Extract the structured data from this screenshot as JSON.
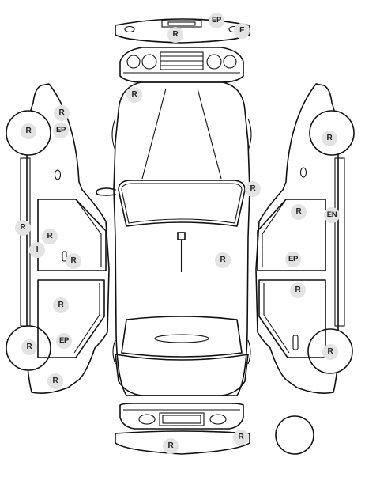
{
  "diagram": {
    "marks": [
      {
        "id": "front-bumper-ep",
        "label": "EP"
      },
      {
        "id": "front-bumper-r",
        "label": "R"
      },
      {
        "id": "front-bumper-f",
        "label": "F"
      },
      {
        "id": "hood-r",
        "label": "R"
      },
      {
        "id": "left-front-fender-r",
        "label": "R"
      },
      {
        "id": "left-front-fender-ep",
        "label": "EP"
      },
      {
        "id": "left-front-wheel-r",
        "label": "R"
      },
      {
        "id": "left-rocker-r",
        "label": "R"
      },
      {
        "id": "left-front-door-r",
        "label": "R"
      },
      {
        "id": "left-front-door-i",
        "label": "I"
      },
      {
        "id": "left-front-door-handle-r",
        "label": "R"
      },
      {
        "id": "left-rear-door-r",
        "label": "R"
      },
      {
        "id": "left-rear-door-ep",
        "label": "EP"
      },
      {
        "id": "left-rear-wheel-r",
        "label": "R"
      },
      {
        "id": "left-rear-quarter-r",
        "label": "R"
      },
      {
        "id": "right-mirror-r",
        "label": "R"
      },
      {
        "id": "roof-r",
        "label": "R"
      },
      {
        "id": "right-front-wheel-r",
        "label": "R"
      },
      {
        "id": "right-front-door-r",
        "label": "R"
      },
      {
        "id": "right-rocker-en",
        "label": "EN"
      },
      {
        "id": "right-front-door-handle-ep",
        "label": "EP"
      },
      {
        "id": "right-rear-door-r",
        "label": "R"
      },
      {
        "id": "right-rear-wheel-r",
        "label": "R"
      },
      {
        "id": "rear-bumper-r",
        "label": "R"
      },
      {
        "id": "rear-bumper-corner-r",
        "label": "R"
      }
    ]
  }
}
